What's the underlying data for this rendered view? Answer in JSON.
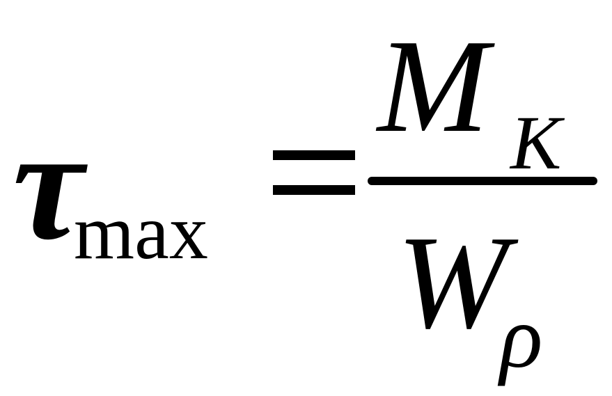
{
  "formula": {
    "lhs": {
      "symbol": "τ",
      "subscript": "max"
    },
    "relation": "=",
    "rhs": {
      "numerator": {
        "symbol": "M",
        "subscript": "K"
      },
      "denominator": {
        "symbol": "W",
        "subscript": "ρ"
      }
    }
  }
}
